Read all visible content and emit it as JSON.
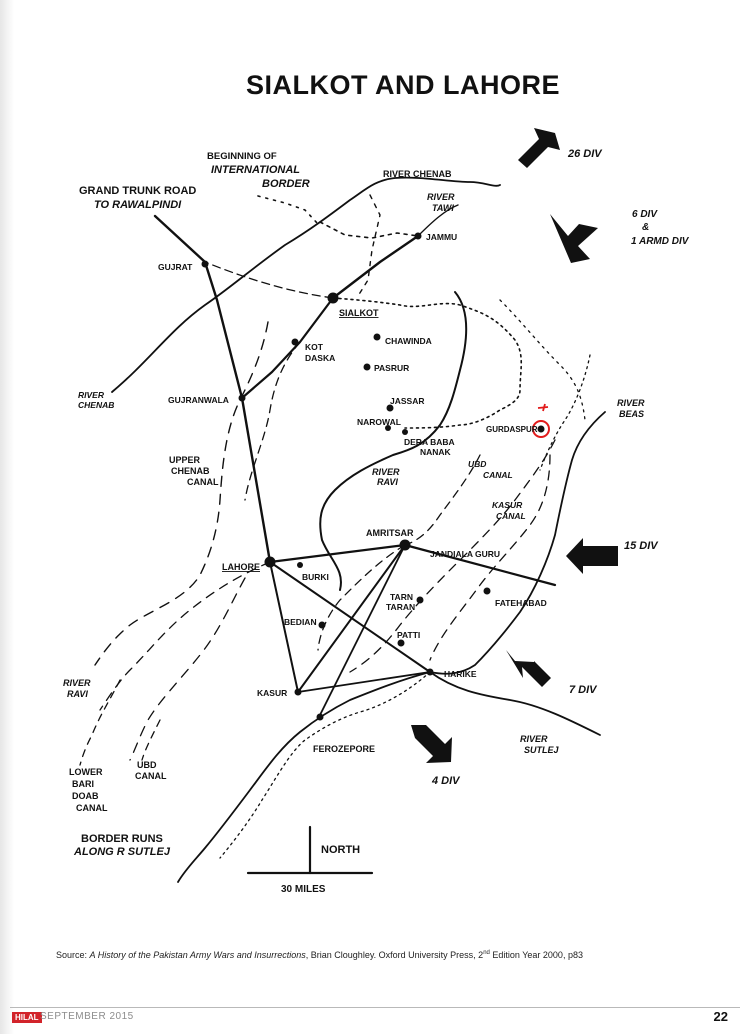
{
  "title": "SIALKOT AND LAHORE",
  "labels": {
    "beginning_border_1": "BEGINNING OF",
    "beginning_border_2": "INTERNATIONAL",
    "beginning_border_3": "BORDER",
    "gt_road_1": "GRAND TRUNK ROAD",
    "gt_road_2": "TO RAWALPINDI",
    "river_chenab_top": "RIVER CHENAB",
    "river_tawi_1": "RIVER",
    "river_tawi_2": "TAWI",
    "river_chenab_left_1": "RIVER",
    "river_chenab_left_2": "CHENAB",
    "upper_chenab_1": "UPPER",
    "upper_chenab_2": "CHENAB",
    "upper_chenab_3": "CANAL",
    "river_ravi_mid_1": "RIVER",
    "river_ravi_mid_2": "RAVI",
    "river_ravi_left_1": "RIVER",
    "river_ravi_left_2": "RAVI",
    "river_beas_1": "RIVER",
    "river_beas_2": "BEAS",
    "ubd_canal_right_1": "UBD",
    "ubd_canal_right_2": "CANAL",
    "kasur_canal_1": "KASUR",
    "kasur_canal_2": "CANAL",
    "river_sutlej_1": "RIVER",
    "river_sutlej_2": "SUTLEJ",
    "lower_bari_1": "LOWER",
    "lower_bari_2": "BARI",
    "lower_bari_3": "DOAB",
    "lower_bari_4": "CANAL",
    "ubd_canal_left_1": "UBD",
    "ubd_canal_left_2": "CANAL",
    "border_note_1": "BORDER RUNS",
    "border_note_2": "ALONG R SUTLEJ",
    "north": "NORTH",
    "scale": "30 MILES"
  },
  "places": {
    "jammu": "JAMMU",
    "gujrat": "GUJRAT",
    "sialkot": "SIALKOT",
    "kot_daska_1": "KOT",
    "kot_daska_2": "DASKA",
    "chawinda": "CHAWINDA",
    "pasrur": "PASRUR",
    "gujranwala": "GUJRANWALA",
    "jassar": "JASSAR",
    "narowal": "NAROWAL",
    "dera_baba_1": "DERA BABA",
    "dera_baba_2": "NANAK",
    "gurdaspur": "GURDASPUR",
    "amritsar": "AMRITSAR",
    "jandiala": "JANDIALA GURU",
    "lahore": "LAHORE",
    "burki": "BURKI",
    "tarn_1": "TARN",
    "tarn_2": "TARAN",
    "fatehabad": "FATEHABAD",
    "bedian": "BEDIAN",
    "patti": "PATTI",
    "harike": "HARIKE",
    "kasur": "KASUR",
    "ferozepore": "FEROZEPORE"
  },
  "divisions": {
    "d26": "26 DIV",
    "d6_1": "6 DIV",
    "d6_2": "&",
    "d6_3": "1 ARMD DIV",
    "d15": "15 DIV",
    "d7": "7 DIV",
    "d4": "4 DIV"
  },
  "source": {
    "prefix": "Source: ",
    "book": "A History of the Pakistan Army Wars and Insurrections",
    "author": ", Brian Cloughley. Oxford University Press, 2",
    "sup": "nd",
    "rest": " Edition Year 2000, p83"
  },
  "footer": {
    "brand": "HILAL",
    "month": "SEPTEMBER 2015",
    "page": "22"
  },
  "colors": {
    "ink": "#111111",
    "highlight": "#e21b1b"
  }
}
